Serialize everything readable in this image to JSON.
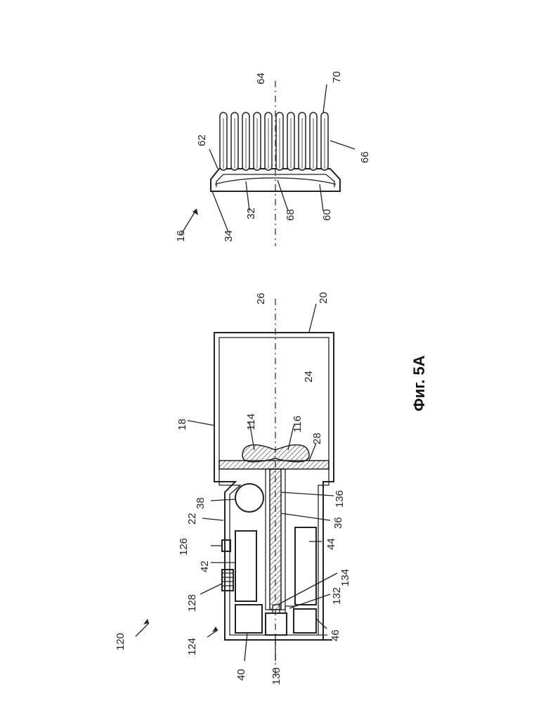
{
  "figure": {
    "caption": "Фиг. 5А",
    "labels": {
      "l120": "120",
      "l124": "124",
      "l40": "40",
      "l130": "130",
      "l46": "46",
      "l132": "132",
      "l134": "134",
      "l44": "44",
      "l36": "36",
      "l136": "136",
      "l128": "128",
      "l42": "42",
      "l126": "126",
      "l22": "22",
      "l38": "38",
      "l18": "18",
      "l114": "114",
      "l116": "116",
      "l28": "28",
      "l24": "24",
      "l26": "26",
      "l20": "20",
      "l16": "16",
      "l34": "34",
      "l32": "32",
      "l68": "68",
      "l60": "60",
      "l62": "62",
      "l64": "64",
      "l66": "66",
      "l70": "70"
    }
  }
}
